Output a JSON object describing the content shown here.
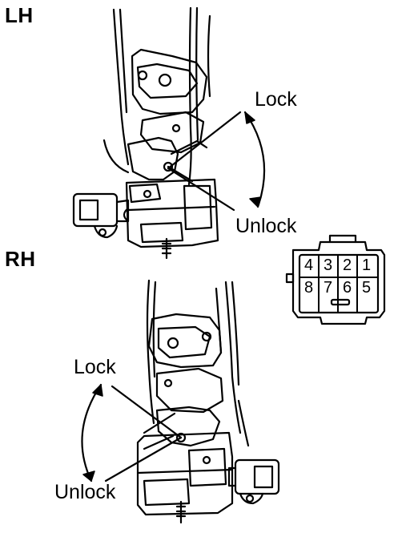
{
  "figure": {
    "lh": {
      "side_label": "LH",
      "lock_label": "Lock",
      "unlock_label": "Unlock"
    },
    "rh": {
      "side_label": "RH",
      "lock_label": "Lock",
      "unlock_label": "Unlock"
    },
    "connector": {
      "pins_top": [
        "4",
        "3",
        "2",
        "1"
      ],
      "pins_bottom": [
        "8",
        "7",
        "6",
        "5"
      ]
    }
  }
}
